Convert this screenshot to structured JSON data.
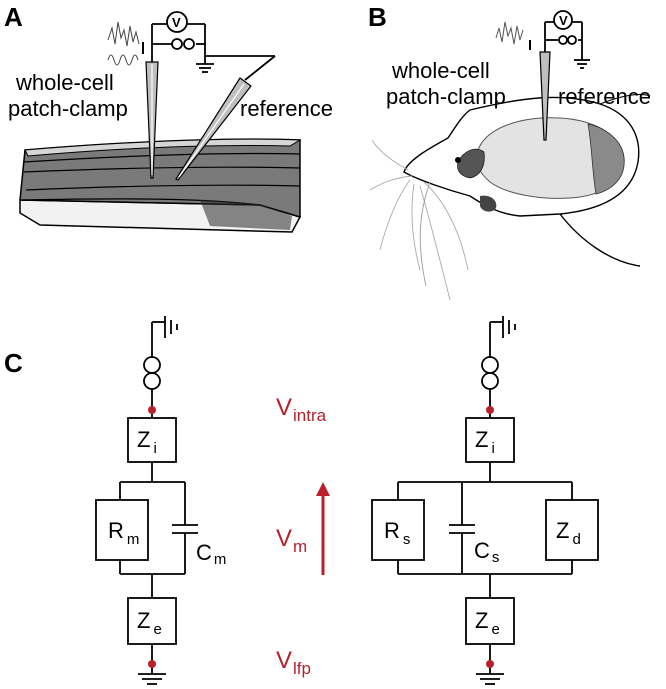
{
  "panels": {
    "a": {
      "letter": "A",
      "label_line1": "whole-cell",
      "label_line2": "patch-clamp",
      "reference": "reference",
      "meter_symbol": "V"
    },
    "b": {
      "letter": "B",
      "label_line1": "whole-cell",
      "label_line2": "patch-clamp",
      "reference": "reference",
      "meter_symbol": "V"
    },
    "c": {
      "letter": "C",
      "left_circuit": {
        "zi": {
          "main": "Z",
          "sub": "i"
        },
        "r": {
          "main": "R",
          "sub": "m"
        },
        "c": {
          "main": "C",
          "sub": "m"
        },
        "ze": {
          "main": "Z",
          "sub": "e"
        }
      },
      "right_circuit": {
        "zi": {
          "main": "Z",
          "sub": "i"
        },
        "r": {
          "main": "R",
          "sub": "s"
        },
        "c": {
          "main": "C",
          "sub": "s"
        },
        "zd": {
          "main": "Z",
          "sub": "d"
        },
        "ze": {
          "main": "Z",
          "sub": "e"
        }
      },
      "potentials": {
        "intra": {
          "main": "V",
          "sub": "intra"
        },
        "m": {
          "main": "V",
          "sub": "m"
        },
        "lfp": {
          "main": "V",
          "sub": "lfp"
        }
      },
      "accent_color": "#b8202a"
    }
  }
}
